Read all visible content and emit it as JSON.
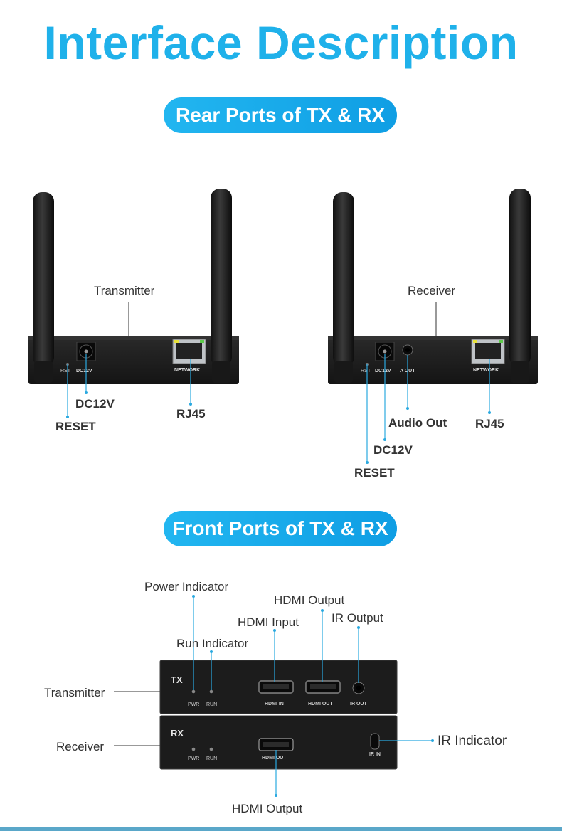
{
  "title": "Interface Description",
  "rear": {
    "heading": "Rear Ports of TX & RX",
    "tx": {
      "name": "Transmitter",
      "panel": {
        "rst": "RST",
        "dc": "DC12V",
        "network": "NETWORK"
      },
      "labels": {
        "dc": "DC12V",
        "reset": "RESET",
        "rj45": "RJ45"
      }
    },
    "rx": {
      "name": "Receiver",
      "panel": {
        "rst": "RST",
        "dc": "DC12V",
        "aout": "A OUT",
        "network": "NETWORK"
      },
      "labels": {
        "audio": "Audio Out",
        "rj45": "RJ45",
        "dc": "DC12V",
        "reset": "RESET"
      }
    }
  },
  "front": {
    "heading": "Front Ports of TX & RX",
    "labels": {
      "power": "Power Indicator",
      "hdmi_output": "HDMI Output",
      "hdmi_input": "HDMI Input",
      "ir_output": "IR Output",
      "run": "Run Indicator",
      "transmitter": "Transmitter",
      "receiver": "Receiver",
      "ir_indicator": "IR Indicator",
      "hdmi_output_bottom": "HDMI Output"
    },
    "tx_panel": {
      "tag": "TX",
      "pwr": "PWR",
      "run": "RUN",
      "hdmi_in": "HDMI IN",
      "hdmi_out": "HDMI OUT",
      "ir_out": "IR OUT"
    },
    "rx_panel": {
      "tag": "RX",
      "pwr": "PWR",
      "run": "RUN",
      "hdmi_out": "HDMI OUT",
      "ir_in": "IR IN"
    }
  },
  "colors": {
    "accent": "#1fb1ea",
    "callout": "#2aa9e0",
    "device": "#1e1e1e"
  }
}
